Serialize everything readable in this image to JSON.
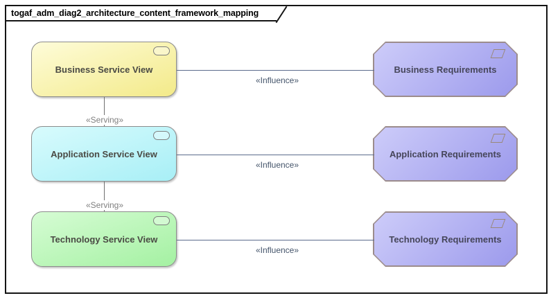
{
  "frame": {
    "title": "togaf_adm_diag2_architecture_content_framework_mapping"
  },
  "nodes": {
    "services": [
      {
        "label": "Business Service View",
        "icon": "service-icon",
        "fill_top": "#FEFCD9",
        "fill_bottom": "#F3EA89"
      },
      {
        "label": "Application Service View",
        "icon": "service-icon",
        "fill_top": "#D8FBFD",
        "fill_bottom": "#A8EFF6"
      },
      {
        "label": "Technology Service View",
        "icon": "service-icon",
        "fill_top": "#D6FCD4",
        "fill_bottom": "#A4F1A2"
      }
    ],
    "requirements": [
      {
        "label": "Business Requirements",
        "icon": "requirement-icon",
        "fill_top": "#CDCCF9",
        "fill_bottom": "#9C9AEC"
      },
      {
        "label": "Application Requirements",
        "icon": "requirement-icon",
        "fill_top": "#CDCCF9",
        "fill_bottom": "#9C9AEC"
      },
      {
        "label": "Technology Requirements",
        "icon": "requirement-icon",
        "fill_top": "#CDCCF9",
        "fill_bottom": "#9C9AEC"
      }
    ]
  },
  "connectors": {
    "influence_label": "«Influence»",
    "serving_label": "«Serving»"
  },
  "colors": {
    "frame_border": "#141414",
    "service_border": "#8C8C8C",
    "requirement_border": "#9C8C8C",
    "influence_line": "#5B6B8C",
    "influence_label_text": "#44546A",
    "serving_line": "#6E6E6E",
    "serving_label_text": "#7F7F7F",
    "service_text": "#4A4A44",
    "requirement_text": "#46465A"
  }
}
